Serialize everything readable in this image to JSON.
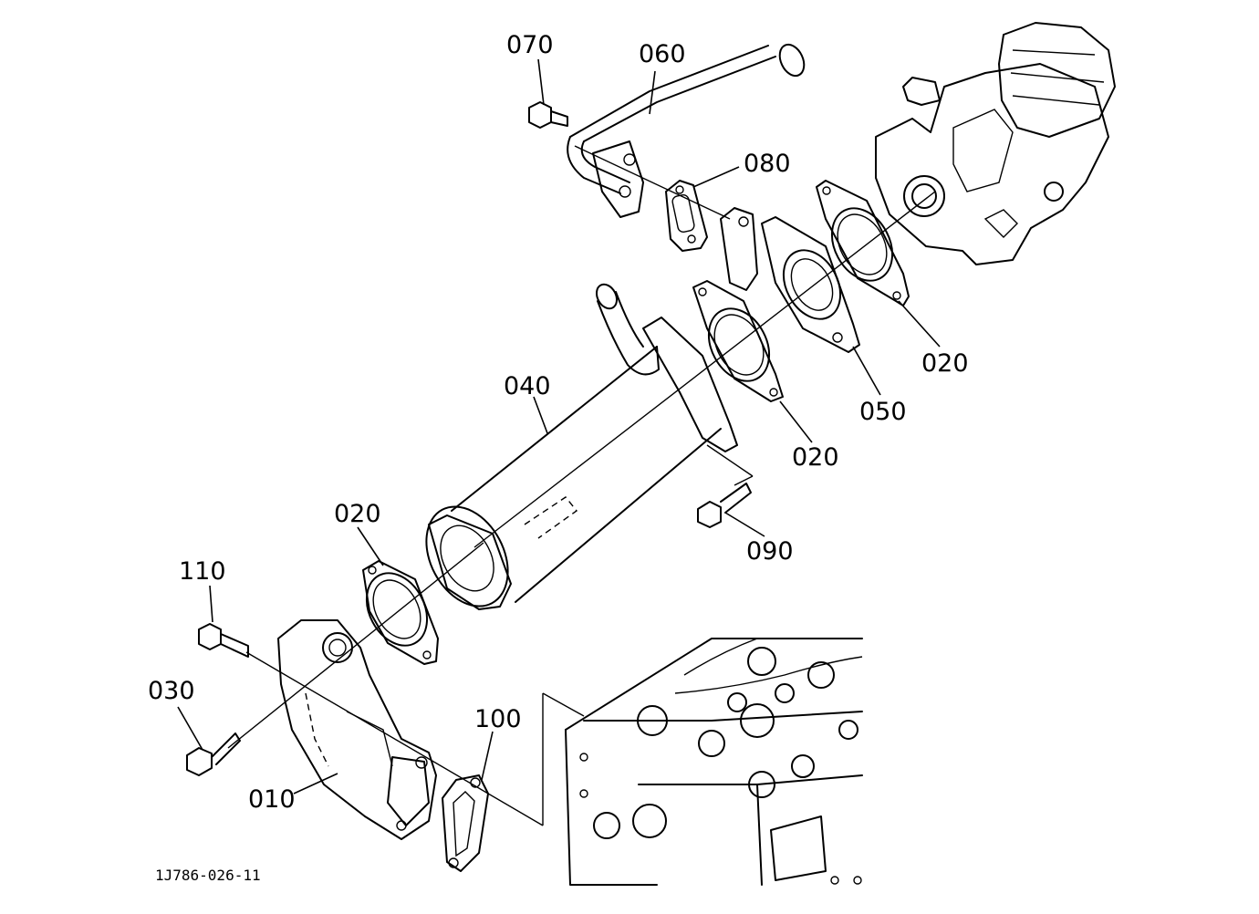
{
  "labels": {
    "p010": "010",
    "p020a": "020",
    "p020b": "020",
    "p020c": "020",
    "p030": "030",
    "p040": "040",
    "p050": "050",
    "p060": "060",
    "p070": "070",
    "p080": "080",
    "p090": "090",
    "p100": "100",
    "p110": "110"
  },
  "figure_code": "1J786-026-11"
}
